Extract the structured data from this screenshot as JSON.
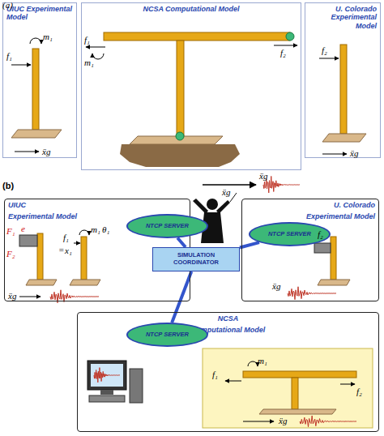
{
  "diagram": {
    "nodes": [
      {
        "text": [
          "UIUC Experimental Model"
        ]
      },
      {
        "text": [
          "NCSA Computational Model"
        ]
      },
      {
        "text": [
          "U. Colorado Experimental Model"
        ]
      },
      {
        "text": [
          "UIUC",
          "Experimental Model"
        ]
      },
      {
        "text": [
          "NTCP SERVER"
        ],
        "in": 3
      },
      {
        "text": [
          "U. Colorado",
          "Experimental Model"
        ]
      },
      {
        "text": [
          "NTCP SERVER"
        ],
        "in": 5
      },
      {
        "text": [
          "SIMULATION COORDINATOR"
        ]
      },
      {
        "text": [
          "NCSA",
          "Computational Model"
        ]
      },
      {
        "text": [
          "NTCP SERVER"
        ],
        "in": 8
      }
    ],
    "edges": [
      {
        "from": 4,
        "to": 7,
        "arrow": "none"
      },
      {
        "from": 6,
        "to": 7,
        "arrow": "none"
      },
      {
        "from": 9,
        "to": 7,
        "arrow": "none"
      }
    ],
    "labels": [
      "(a)",
      "m₁",
      "f₁",
      "ẍg",
      "f₁",
      "m₁",
      "f₂",
      "f₂",
      "ẍg",
      "ẍg",
      "(b)",
      "F₁",
      "e",
      "F₂",
      "=",
      "m₁",
      "θ₁",
      "f₁",
      "x₁",
      "ẍg",
      "ẍg",
      "f₂",
      "ẍg",
      "m₁",
      "f₁",
      "f₂",
      "ẍg"
    ]
  }
}
